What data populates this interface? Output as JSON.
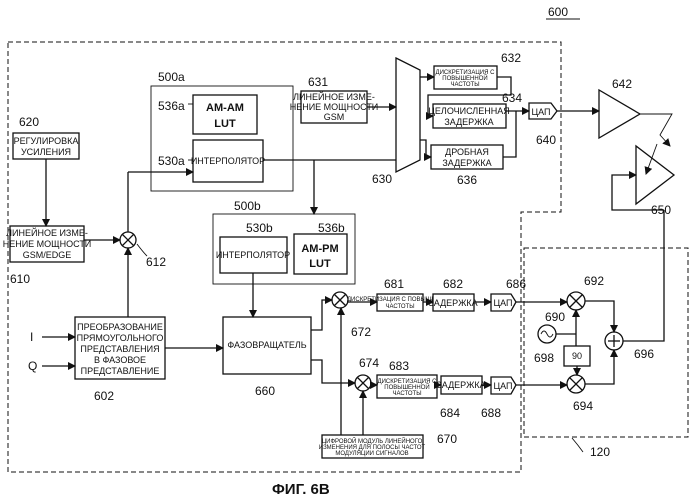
{
  "figure": {
    "number": "600",
    "caption": "ФИГ. 6В"
  },
  "blocks": {
    "gain_control": [
      "РЕГУЛИРОВКА",
      "УСИЛЕНИЯ"
    ],
    "linear_power_gsm_edge": [
      "ЛИНЕЙНОЕ ИЗМЕ-",
      "НЕНИЕ МОЩНОСТИ",
      "GSM/EDGE"
    ],
    "lut_amam": [
      "AM-AM",
      "LUT"
    ],
    "interp_a": "ИНТЕРПОЛЯТОР",
    "interp_b": "ИНТЕРПОЛЯТОР",
    "lut_ampm": [
      "AM-PM",
      "LUT"
    ],
    "linear_power_gsm": [
      "ЛИНЕЙНОЕ ИЗМЕ-",
      "НЕНИЕ МОЩНОСТИ",
      "GSM"
    ],
    "oversample_top": [
      "ДИСКРЕТИЗАЦИЯ С",
      "ПОВЫШЕННОЙ",
      "ЧАСТОТЫ"
    ],
    "integer_delay": [
      "ЦЕЛОЧИСЛЕННАЯ",
      "ЗАДЕРЖКА"
    ],
    "fractional_delay": [
      "ДРОБНАЯ",
      "ЗАДЕРЖКА"
    ],
    "dac_top": "ЦАП",
    "rect_to_polar": [
      "ПРЕОБРАЗОВАНИЕ",
      "ПРЯМОУГОЛЬНОГО",
      "ПРЕДСТАВЛЕНИЯ",
      "В ФАЗОВОЕ",
      "ПРЕДСТАВЛЕНИЕ"
    ],
    "phase_rotator": "ФАЗОВРАЩАТЕЛЬ",
    "oversample_i": [
      "ДИСКРЕТИЗАЦИЯ С ПОВЫШЕННОЙ",
      "ЧАСТОТЫ"
    ],
    "delay_i": "ЗАДЕРЖКА",
    "dac_i": "ЦАП",
    "oversample_q": [
      "ДИСКРЕТИЗАЦИЯ С",
      "ПОВЫШЕННОЙ",
      "ЧАСТОТЫ"
    ],
    "delay_q": "ЗАДЕРЖКА",
    "dac_q": "ЦАП",
    "quad_90": "90",
    "digital_model": [
      "ЦИФРОВОЙ МОДУЛЬ ЛИНЕЙНОГО",
      "ИЗМЕНЕНИЯ ДЛЯ ПОЛОСЫ ЧАСТОТ",
      "МОДУЛЯЦИИ СИГНАЛОВ"
    ]
  },
  "inputs": {
    "i": "I",
    "q": "Q"
  },
  "symbols": {
    "multiply": "⊗",
    "plus": "+",
    "oscillator": "∿"
  },
  "refs": {
    "r500a": "500a",
    "r536a": "536a",
    "r530a": "530a",
    "r500b": "500b",
    "r530b": "530b",
    "r536b": "536b",
    "r620": "620",
    "r610": "610",
    "r612": "612",
    "r602": "602",
    "r631": "631",
    "r632": "632",
    "r634": "634",
    "r630": "630",
    "r636": "636",
    "r640": "640",
    "r642": "642",
    "r650": "650",
    "r660": "660",
    "r672": "672",
    "r674": "674",
    "r681": "681",
    "r682": "682",
    "r686": "686",
    "r683": "683",
    "r684": "684",
    "r688": "688",
    "r670": "670",
    "r690": "690",
    "r692": "692",
    "r694": "694",
    "r696": "696",
    "r698": "698",
    "r120": "120"
  }
}
